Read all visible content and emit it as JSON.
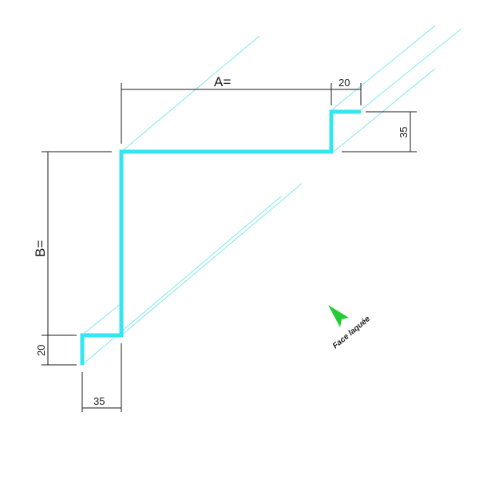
{
  "colors": {
    "profile": "#33e6f0",
    "projection": "#7fe6f2",
    "dimension": "#1a1a1a",
    "arrow": "#22cc33"
  },
  "dimensions": {
    "a_label": "A=",
    "b_label": "B=",
    "top_return": "20",
    "top_height": "35",
    "bottom_return": "20",
    "bottom_width": "35"
  },
  "annotation": {
    "face_label": "Face laquée",
    "arrow_icon": "arrow-icon"
  }
}
